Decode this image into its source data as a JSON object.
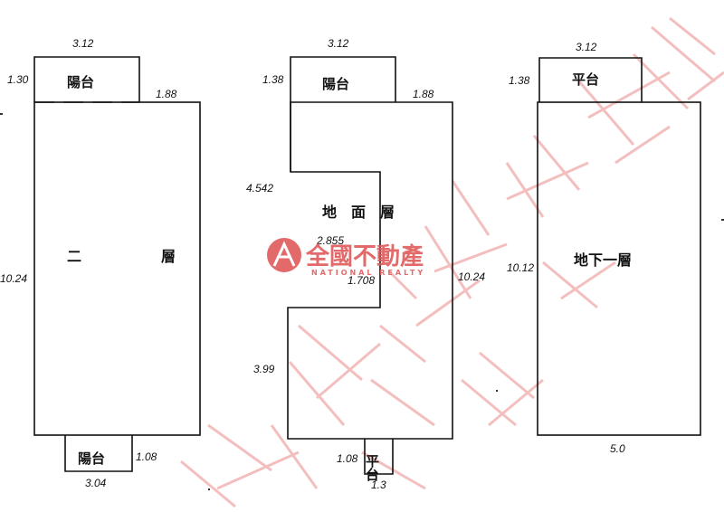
{
  "watermark": {
    "brand_name": "全國不動產",
    "brand_sub": "NATIONAL REALTY",
    "brand_color": "#e05a5a",
    "script_color": "#f2b8b8"
  },
  "plans": {
    "second_floor": {
      "room": "二",
      "room2": "層",
      "balcony_top": "陽台",
      "balcony_bottom": "陽台",
      "dims": {
        "top_width": "3.12",
        "balcony_depth": "1.30",
        "right_top": "1.88",
        "height": "10.24",
        "bottom_depth": "1.08",
        "bottom_width": "3.04"
      }
    },
    "ground_floor": {
      "room": "地　面　層",
      "balcony_top": "陽台",
      "platform_bottom": "平台",
      "dims": {
        "top_width": "3.12",
        "balcony_depth": "1.38",
        "right_top": "1.88",
        "left_upper": "4.542",
        "inner_width": "2.855",
        "inner_depth": "1.708",
        "right_height": "10.24",
        "left_lower": "3.99",
        "bottom_depth": "1.08",
        "bottom_width": "1.3"
      }
    },
    "basement": {
      "room": "地下一層",
      "platform_top": "平台",
      "dims": {
        "top_width": "3.12",
        "platform_depth": "1.38",
        "height": "10.12",
        "bottom_width": "5.0"
      }
    }
  }
}
